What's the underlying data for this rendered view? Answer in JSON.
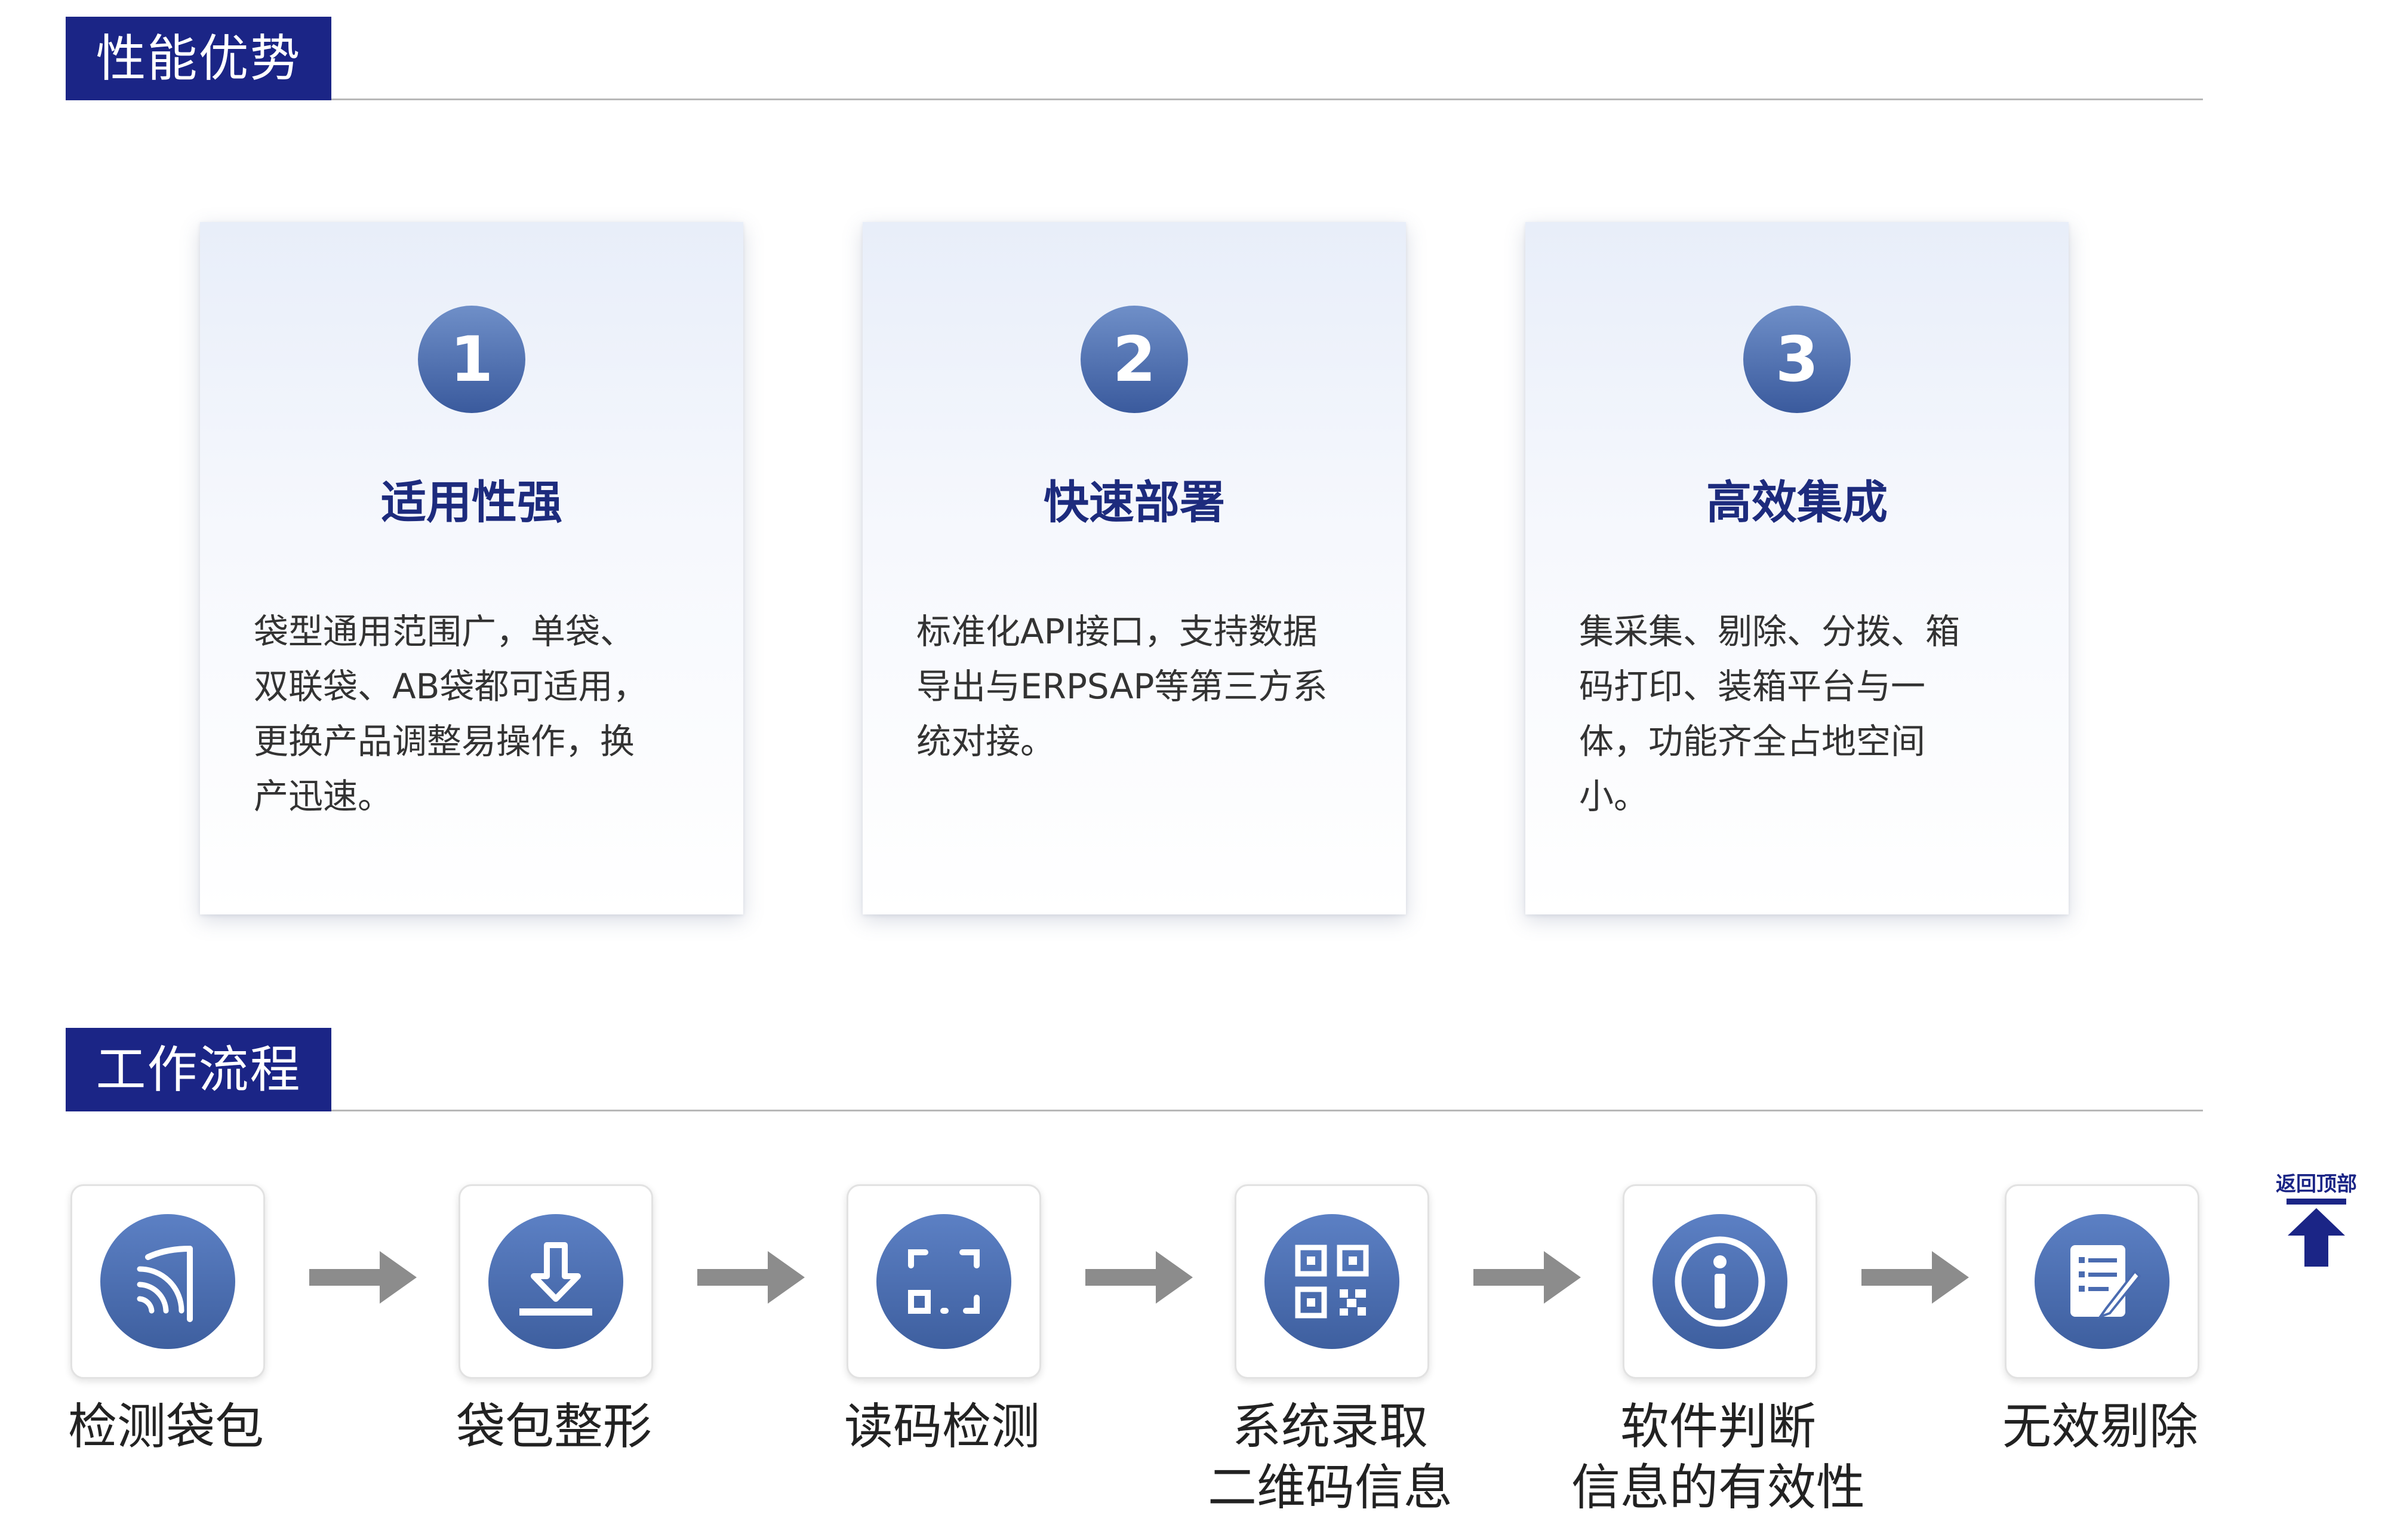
{
  "sections": {
    "advantages_title": "性能优势",
    "workflow_title": "工作流程"
  },
  "cards": [
    {
      "number": "1",
      "title": "适用性强",
      "lines": [
        "袋型通用范围广，单袋、",
        "双联袋、AB袋都可适用，",
        "更换产品调整易操作，换",
        "产迅速。"
      ]
    },
    {
      "number": "2",
      "title": "快速部署",
      "lines": [
        "标准化API接口，支持数据",
        "导出与ERPSAP等第三方系",
        "统对接。"
      ]
    },
    {
      "number": "3",
      "title": "高效集成",
      "lines": [
        "集采集、剔除、分拨、箱",
        "码打印、装箱平台与一",
        "体，功能齐全占地空间",
        "小。"
      ]
    }
  ],
  "steps": [
    {
      "icon": "sensor-wave-icon",
      "lines": [
        "检测袋包"
      ]
    },
    {
      "icon": "download-icon",
      "lines": [
        "袋包整形"
      ]
    },
    {
      "icon": "scan-frame-icon",
      "lines": [
        "读码检测"
      ]
    },
    {
      "icon": "qr-code-icon",
      "lines": [
        "系统录取",
        "二维码信息"
      ]
    },
    {
      "icon": "info-icon",
      "lines": [
        "软件判断",
        "信息的有效性"
      ]
    },
    {
      "icon": "document-edit-icon",
      "lines": [
        "无效剔除"
      ]
    }
  ],
  "back_to_top": {
    "label": "返回顶部",
    "icon": "arrow-up-icon"
  },
  "colors": {
    "navy": "#1b2586",
    "title_blue": "#1d2b7d",
    "icon_blue": "#4a6bb0",
    "arrow_gray": "#8c8c8c"
  }
}
